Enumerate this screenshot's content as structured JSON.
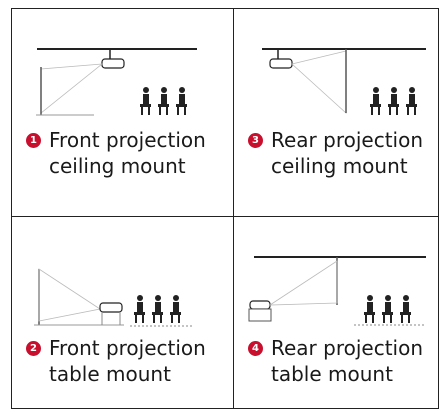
{
  "colors": {
    "badge": "#c8102e",
    "line": "#222222",
    "beam": "#aaaaaa"
  },
  "panels": [
    {
      "number": "1",
      "line1": "Front projection",
      "line2": "ceiling mount"
    },
    {
      "number": "3",
      "line1": "Rear projection",
      "line2": "ceiling mount"
    },
    {
      "number": "2",
      "line1": "Front projection",
      "line2": "table mount"
    },
    {
      "number": "4",
      "line1": "Rear projection",
      "line2": "table mount"
    }
  ]
}
